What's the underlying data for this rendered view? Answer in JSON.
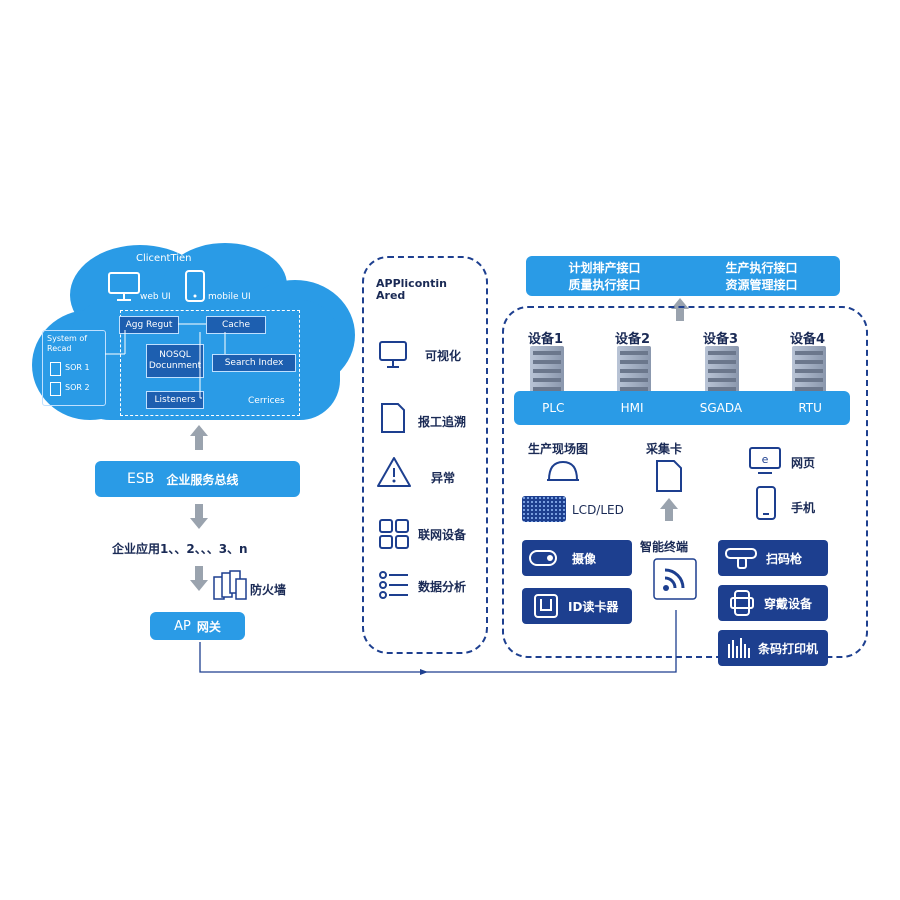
{
  "cloud": {
    "client_tier": "ClicentTien",
    "web_ui": "web UI",
    "mobile_ui": "mobile UI",
    "system_of_record": "System of\nRecad",
    "sor1": "SOR 1",
    "sor2": "SOR 2",
    "agg_regut": "Agg Regut",
    "cache": "Cache",
    "nosql": "NOSQL\nDocunment",
    "search_index": "Search Index",
    "listeners": "Listeners",
    "services": "Cerrices"
  },
  "esb": {
    "prefix": "ESB",
    "label": "企业服务总线"
  },
  "enterprise_apps": "企业应用1、、2、、、3、n",
  "firewall": "防火墙",
  "ap_gateway": {
    "prefix": "AP",
    "label": "网关"
  },
  "apps_panel": {
    "title": "APPlicontin\nAred",
    "items": [
      {
        "icon": "monitor-icon",
        "label": "可视化"
      },
      {
        "icon": "document-icon",
        "label": "报工追溯"
      },
      {
        "icon": "warning-icon",
        "label": "异常"
      },
      {
        "icon": "grid-icon",
        "label": "联网设备"
      },
      {
        "icon": "list-icon",
        "label": "数据分析"
      }
    ]
  },
  "interfaces": {
    "row1": [
      "计划排产接口",
      "生产执行接口"
    ],
    "row2": [
      "质量执行接口",
      "资源管理接口"
    ]
  },
  "devices": [
    "设备1",
    "设备2",
    "设备3",
    "设备4"
  ],
  "protocols": [
    "PLC",
    "HMI",
    "SGADA",
    "RTU"
  ],
  "field": {
    "site_map": "生产现场图",
    "capture_card": "采集卡",
    "web_page": "网页",
    "phone": "手机",
    "lcd_led": "LCD/LED",
    "smart_terminal": "智能终端",
    "camera": "摄像",
    "scanner": "扫码枪",
    "id_reader": "ID读卡器",
    "wearable": "穿戴设备",
    "barcode_printer": "条码打印机"
  },
  "colors": {
    "navy": "#1d3f8f",
    "blue": "#2a9be6",
    "arrow": "#9aa3ae"
  }
}
